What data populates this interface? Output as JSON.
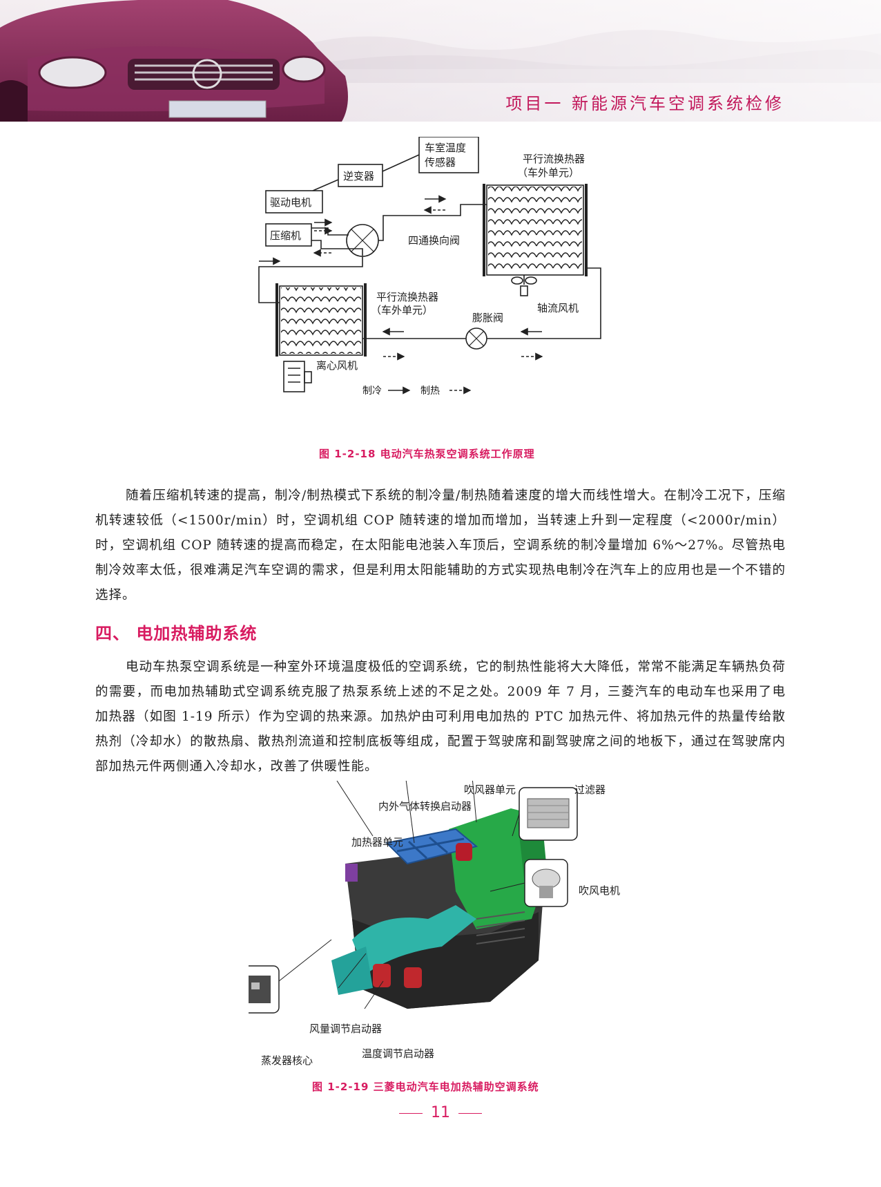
{
  "header": {
    "title": "项目一   新能源汽车空调系统检修"
  },
  "figure1": {
    "labels": {
      "cabin_temp_sensor_line1": "车室温度",
      "cabin_temp_sensor_line2": "传感器",
      "inverter": "逆变器",
      "drive_motor": "驱动电机",
      "compressor": "压缩机",
      "four_way_valve": "四通换向阀",
      "outdoor_hx_line1": "平行流换热器",
      "outdoor_hx_line2": "（车外单元）",
      "indoor_hx_line1": "平行流换热器",
      "indoor_hx_line2": "（车外单元）",
      "axial_fan": "轴流风机",
      "expansion_valve": "膨胀阀",
      "centrifugal_fan": "离心风机",
      "legend_cooling": "制冷",
      "legend_heating": "制热"
    },
    "caption": "图 1-2-18    电动汽车热泵空调系统工作原理"
  },
  "paragraph1": "随着压缩机转速的提高，制冷/制热模式下系统的制冷量/制热随着速度的增大而线性增大。在制冷工况下，压缩机转速较低（<1500r/min）时，空调机组 COP 随转速的增加而增加，当转速上升到一定程度（<2000r/min）时，空调机组 COP 随转速的提高而稳定，在太阳能电池装入车顶后，空调系统的制冷量增加 6%～27%。尽管热电制冷效率太低，很难满足汽车空调的需求，但是利用太阳能辅助的方式实现热电制冷在汽车上的应用也是一个不错的选择。",
  "section4_title": "四、  电加热辅助系统",
  "paragraph2": "电动车热泵空调系统是一种室外环境温度极低的空调系统，它的制热性能将大大降低，常常不能满足车辆热负荷的需要，而电加热辅助式空调系统克服了热泵系统上述的不足之处。2009 年 7 月，三菱汽车的电动车也采用了电加热器（如图 1-19 所示）作为空调的热来源。加热炉由可利用电加热的 PTC 加热元件、将加热元件的热量传给散热剂（冷却水）的散热扇、散热剂流道和控制底板等组成，配置于驾驶席和副驾驶席之间的地板下，通过在驾驶席内部加热元件两侧通入冷却水，改善了供暖性能。",
  "figure2": {
    "labels": {
      "blower_unit": "吹风器单元",
      "filter": "过滤器",
      "inner_outer_air_actuator": "内外气体转换启动器",
      "heater_unit": "加热器单元",
      "blower_motor": "吹风电机",
      "air_volume_actuator": "风量调节启动器",
      "temp_actuator": "温度调节启动器",
      "evaporator_core": "蒸发器核心"
    },
    "caption": "图 1-2-19    三菱电动汽车电加热辅助空调系统"
  },
  "page_number": "11"
}
